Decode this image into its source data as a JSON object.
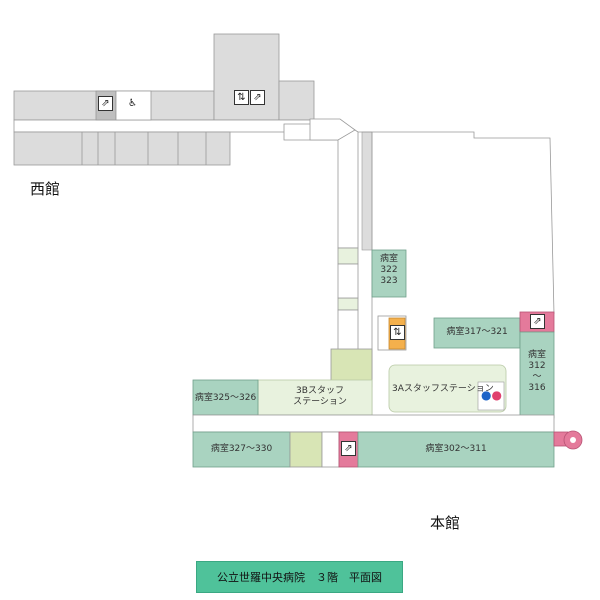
{
  "title": "公立世羅中央病院　３階　平面図",
  "buildings": {
    "west": "西館",
    "main": "本館"
  },
  "rooms": {
    "r322_323_line1": "病室",
    "r322_323_line2": "322",
    "r322_323_line3": "323",
    "r317_321": "病室317～321",
    "r312_316_line1": "病室",
    "r312_316_line2": "312",
    "r312_316_line3": "～",
    "r312_316_line4": "316",
    "r325_326": "病室325～326",
    "r327_330": "病室327～330",
    "r302_311": "病室302～311"
  },
  "stations": {
    "s3b_line1": "3Bスタッフ",
    "s3b_line2": "ステーション",
    "s3a": "3Aスタッフステーション"
  },
  "icons": {
    "escalator": "escalator-icon",
    "wheelchair_toilet": "accessible-toilet-icon",
    "elevator": "elevator-icon",
    "restroom": "restroom-icon"
  },
  "colors": {
    "room_green": "#a9d3c0",
    "station_fill": "#e8f2de",
    "olive": "#d8e5b5",
    "stair_pink": "#e47a9b",
    "elevator_orange": "#f4b04c",
    "gray_fill": "#dcdcdc",
    "title_bg": "#4fc29a"
  }
}
